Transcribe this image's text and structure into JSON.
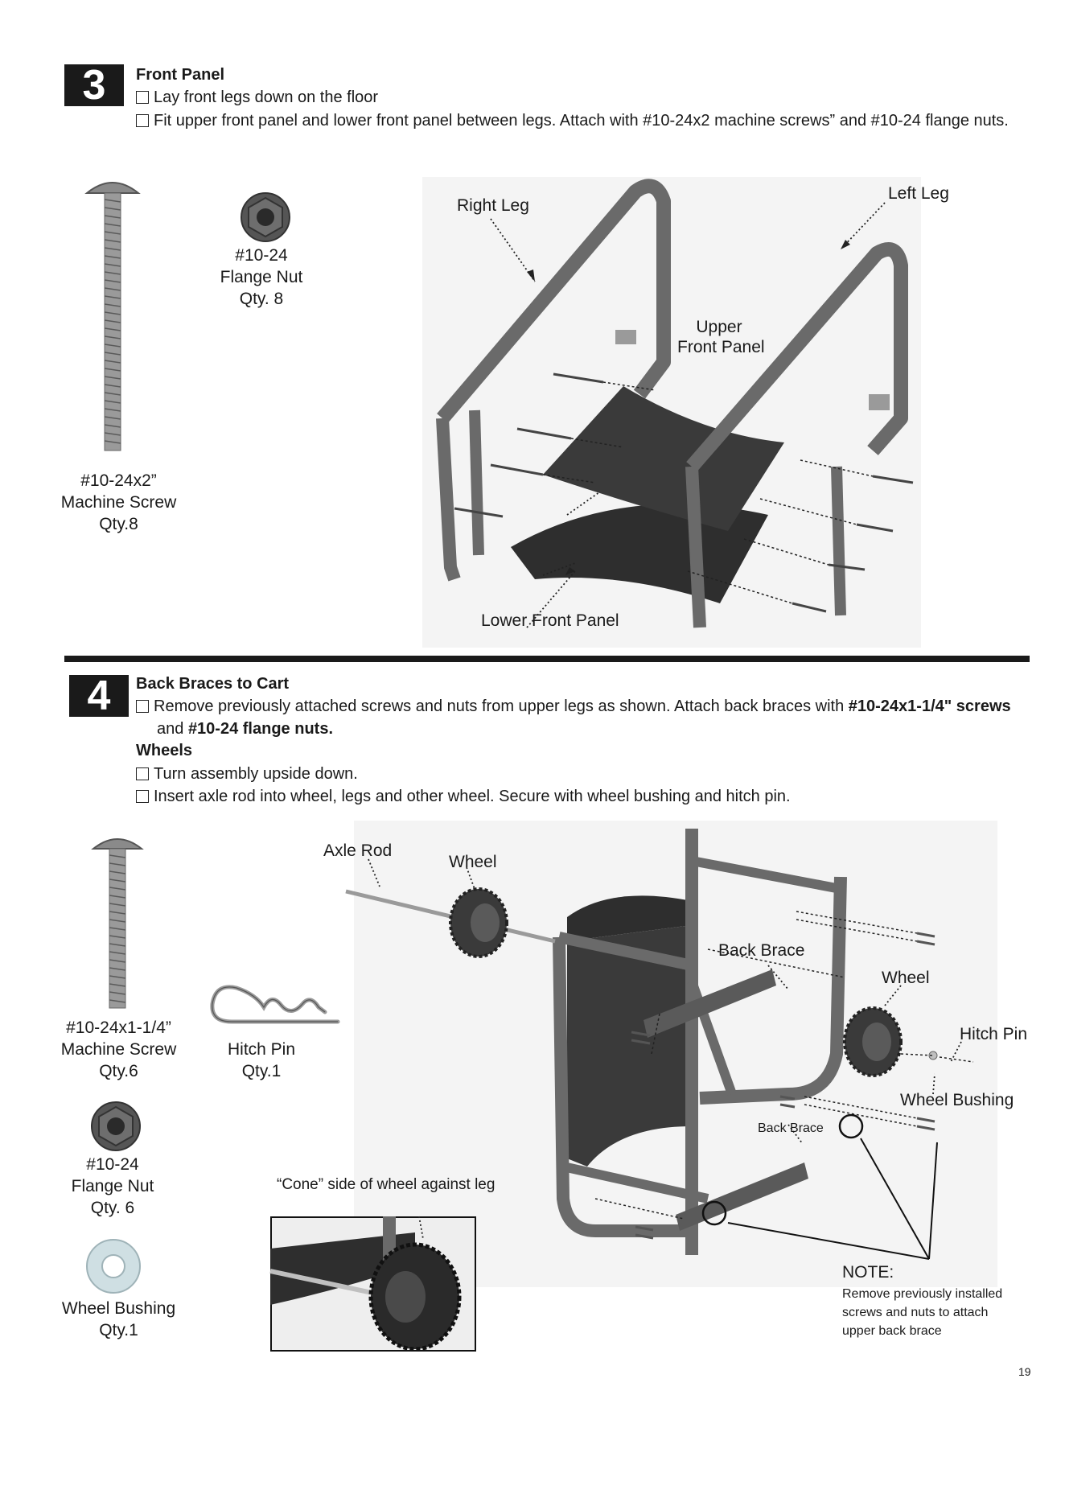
{
  "step3": {
    "number": "3",
    "title": "Front Panel",
    "instructions": [
      "Lay front legs down on the floor",
      "Fit upper front panel and lower front panel between legs.  Attach with #10-24x2 machine screws” and #10-24 flange nuts."
    ],
    "parts": {
      "screw": [
        "#10-24x2”",
        "Machine Screw",
        "Qty.8"
      ],
      "nut": [
        "#10-24",
        "Flange Nut",
        "Qty. 8"
      ]
    },
    "callouts": {
      "right_leg": "Right Leg",
      "left_leg": "Left Leg",
      "upper_panel_1": "Upper",
      "upper_panel_2": "Front Panel",
      "lower_panel": "Lower Front Panel"
    }
  },
  "step4": {
    "number": "4",
    "title": "Back Braces to Cart",
    "instruction1_text": "Remove previously attached screws and nuts from upper legs as shown.  Attach back braces with ",
    "instruction1_bold1": "#10-24x1-1/4\" screws",
    "instruction1_cont": "and ",
    "instruction1_bold2": "#10-24 flange nuts.",
    "subtitle": "Wheels",
    "instructions2": [
      "Turn assembly upside down.",
      "Insert axle rod into wheel, legs and other wheel. Secure with wheel bushing and hitch pin."
    ],
    "parts": {
      "screw": [
        "#10-24x1-1/4”",
        "Machine Screw",
        "Qty.6"
      ],
      "hitch_pin": [
        "Hitch Pin",
        "Qty.1"
      ],
      "nut": [
        "#10-24",
        "Flange Nut",
        "Qty. 6"
      ],
      "bushing": [
        "Wheel Bushing",
        "Qty.1"
      ]
    },
    "callouts": {
      "axle_rod": "Axle Rod",
      "wheel_left": "Wheel",
      "back_brace_upper": "Back Brace",
      "wheel_right": "Wheel",
      "hitch_pin": "Hitch Pin",
      "wheel_bushing": "Wheel Bushing",
      "back_brace_lower": "Back Brace",
      "cone_note": "“Cone” side of wheel against leg"
    },
    "note": {
      "title": "NOTE:",
      "lines": [
        "Remove previously installed",
        "screws and nuts to attach",
        "upper back brace"
      ]
    }
  },
  "page_number": "19",
  "colors": {
    "ink": "#1a1a1a",
    "metal": "#6a6a6a",
    "panel": "#3a3a3a",
    "bushing": "#cfdfe3"
  }
}
